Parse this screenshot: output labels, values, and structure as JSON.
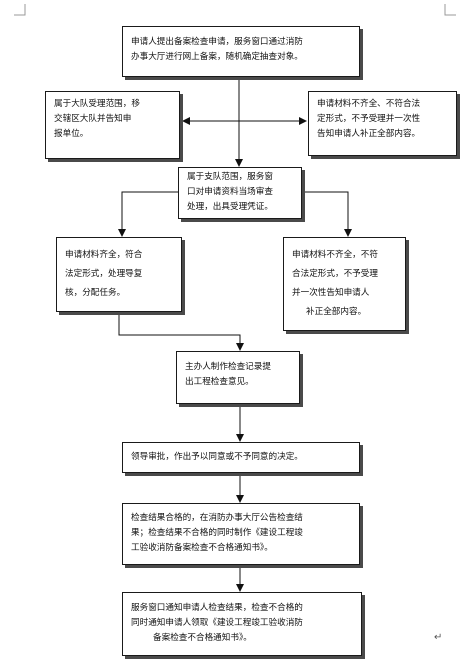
{
  "diagram": {
    "box1": {
      "line1": "申请人提出备案检查申请，服务窗口通过消防",
      "line2": "办事大厅进行网上备案，随机确定抽查对象。"
    },
    "box2": {
      "line1": "属于大队受理范围，移",
      "line2": "交辖区大队并告知申",
      "line3": "报单位。"
    },
    "box3": {
      "line1": "申请材料不齐全、不符合法",
      "line2": "定形式，不予受理并一次性",
      "line3": "告知申请人补正全部内容。"
    },
    "box4": {
      "line1": "属于支队范围，服务窗",
      "line2": "口对申请资料当场审查",
      "line3": "处理，出具受理凭证。"
    },
    "box5": {
      "line1": "申请材料齐全，符合",
      "line2": "法定形式，处理导复",
      "line3": "核，分配任务。"
    },
    "box6": {
      "line1": "申请材料不齐全，不符",
      "line2": "合法定形式，不予受理",
      "line3": "并一次性告知申请人",
      "line4": "补正全部内容。"
    },
    "box7": {
      "line1": "主办人制作检查记录提",
      "line2": "出工程检查意见。"
    },
    "box8": {
      "line1": "领导审批，作出予以同意或不予同意的决定。"
    },
    "box9": {
      "line1": "检查结果合格的，在消防办事大厅公告检查结",
      "line2": "果；检查结果不合格的同时制作《建设工程竣",
      "line3": "工验收消防备案检查不合格通知书》。"
    },
    "box10": {
      "line1": "服务窗口通知申请人检查结果，检查不合格的",
      "line2": "同时通知申请人领取《建设工程竣工验收消防",
      "line3": "备案检查不合格通知书》。"
    }
  },
  "paragraph_mark": "↵"
}
